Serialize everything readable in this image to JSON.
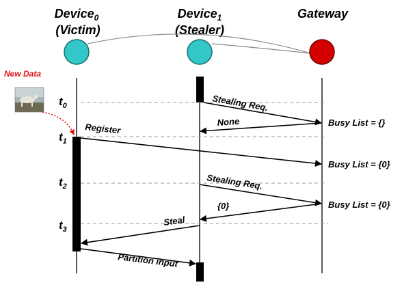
{
  "devices": {
    "victim": {
      "name": "Device",
      "sub": "0",
      "role": "(Victim)",
      "color": "#33c7c7"
    },
    "stealer": {
      "name": "Device",
      "sub": "1",
      "role": "(Stealer)",
      "color": "#33c7c7"
    },
    "gateway": {
      "name": "Gateway",
      "color": "#d40000"
    }
  },
  "new_data_label": "New Data",
  "times": [
    {
      "t": "t",
      "sub": "0"
    },
    {
      "t": "t",
      "sub": "1"
    },
    {
      "t": "t",
      "sub": "2"
    },
    {
      "t": "t",
      "sub": "3"
    }
  ],
  "messages": {
    "stealing_req_1": "Stealing Req.",
    "none": "None",
    "register": "Register",
    "stealing_req_2": "Stealing Req.",
    "zero": "{0}",
    "steal": "Steal",
    "partition_input": "Partition input"
  },
  "busy_lists": [
    "Busy List = {}",
    "Busy List = {0}",
    "Busy List = {0}"
  ],
  "colors": {
    "arrow": "#000000",
    "dashed": "#999999",
    "connector": "#888888",
    "new_data": "#e01010"
  }
}
